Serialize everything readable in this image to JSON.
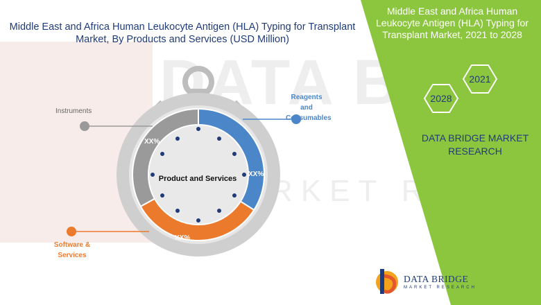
{
  "main_title": "Middle East and Africa Human Leukocyte Antigen (HLA) Typing for Transplant Market, By Products and Services (USD Million)",
  "side_panel": {
    "title": "Middle East and Africa Human Leukocyte Antigen (HLA) Typing for Transplant Market, 2021 to 2028",
    "year_start": "2021",
    "year_end": "2028",
    "company": "DATA BRIDGE MARKET RESEARCH"
  },
  "logo": {
    "name": "DATA BRIDGE",
    "subtitle": "MARKET RESEARCH"
  },
  "watermark": {
    "line1": "DATA BRIDGE",
    "line2": "MARKET RESEARCH"
  },
  "colors": {
    "reagents": "#4a86c8",
    "software": "#ec7a2d",
    "instruments": "#9a9a9a",
    "green_panel": "#8cc63f",
    "title_blue": "#1f3b7a"
  },
  "chart_data": {
    "type": "pie",
    "title": "Middle East and Africa Human Leukocyte Antigen (HLA) Typing for Transplant Market, By Products and Services (USD Million)",
    "center_label": "Product and Services",
    "categories": [
      "Reagents and Consumables",
      "Software & Services",
      "Instruments"
    ],
    "values": [
      0.34,
      0.33,
      0.33
    ],
    "data_labels": [
      "XX%",
      "XX%",
      "XX%"
    ],
    "callouts": {
      "reagents": [
        "Reagents",
        "and",
        "Consumables"
      ],
      "software": [
        "Software &",
        "Services"
      ],
      "instruments": "Instruments"
    },
    "legend": "none"
  }
}
